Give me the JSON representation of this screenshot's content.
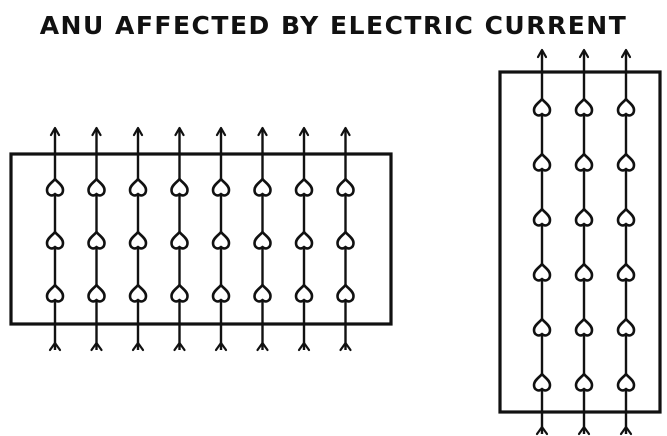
{
  "title": "ANU AFFECTED BY ELECTRIC CURRENT",
  "colors": {
    "ink": "#111111",
    "background": "#ffffff"
  },
  "panels": [
    {
      "name": "horizontal-block",
      "anu_columns": 8,
      "anu_per_column": 3
    },
    {
      "name": "vertical-block",
      "anu_columns": 3,
      "anu_per_column": 6
    }
  ]
}
